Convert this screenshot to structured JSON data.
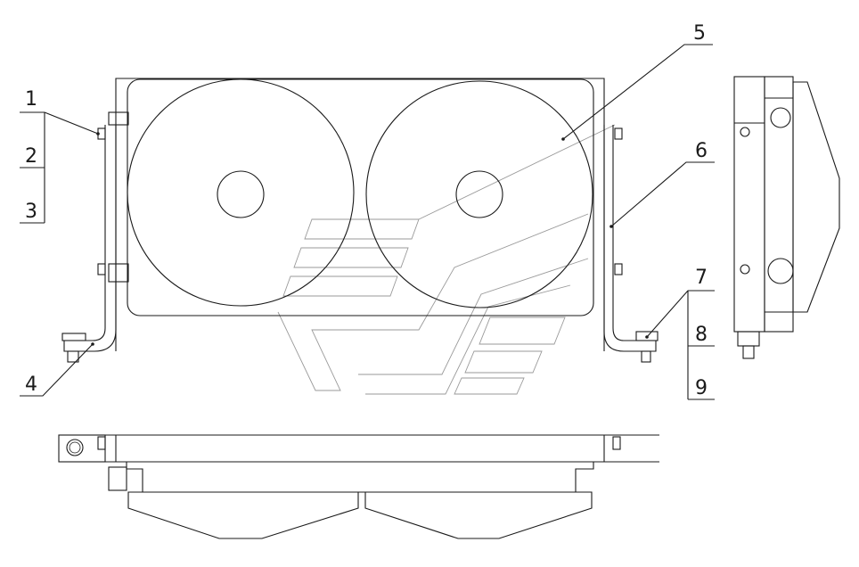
{
  "callouts": [
    {
      "id": "c1",
      "text": "1"
    },
    {
      "id": "c2",
      "text": "2"
    },
    {
      "id": "c3",
      "text": "3"
    },
    {
      "id": "c4",
      "text": "4"
    },
    {
      "id": "c5",
      "text": "5"
    },
    {
      "id": "c6",
      "text": "6"
    },
    {
      "id": "c7",
      "text": "7"
    },
    {
      "id": "c8",
      "text": "8"
    },
    {
      "id": "c9",
      "text": "9"
    }
  ],
  "colors": {
    "line": "#1a1a1a",
    "watermark": "#9a9a9a",
    "background": "#ffffff"
  }
}
